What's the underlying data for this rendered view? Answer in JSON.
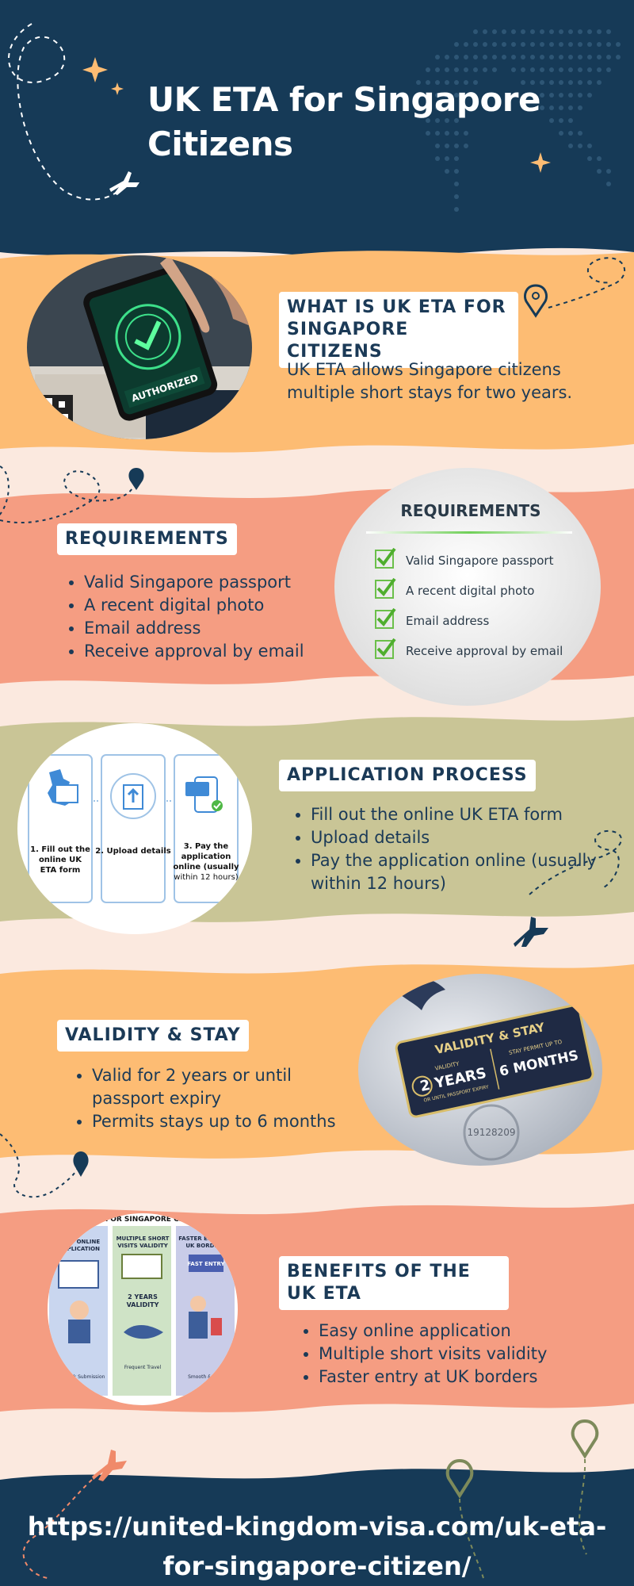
{
  "title": "UK ETA for Singapore Citizens",
  "colors": {
    "navy": "#163a57",
    "peach": "#fdbc73",
    "salmon": "#f59d82",
    "olive": "#c9c596",
    "cream": "#fbe9df"
  },
  "sections": [
    {
      "heading": "WHAT IS UK ETA FOR SINGAPORE CITIZENS",
      "text": "UK ETA allows Singapore citizens multiple short stays for two years.",
      "image_label": "AUTHORIZED"
    },
    {
      "heading": "REQUIREMENTS",
      "items": [
        "Valid Singapore passport",
        "A recent digital photo",
        "Email address",
        "Receive approval by email"
      ],
      "card_title": "REQUIREMENTS",
      "card_items": [
        "Valid Singapore passport",
        "A recent digital photo",
        "Email address",
        "Receive approval by email"
      ]
    },
    {
      "heading": "APPLICATION PROCESS",
      "items": [
        "Fill out the online UK ETA form",
        "Upload details",
        "Pay the application online (usually within 12 hours)"
      ],
      "steps": [
        "1. Fill out the online UK ETA form",
        "2. Upload details",
        "3. Pay the application online (usually within 12 hours)"
      ]
    },
    {
      "heading": "VALIDITY & STAY",
      "items": [
        "Valid for 2 years or until passport expiry",
        "Permits stays up to 6 months"
      ],
      "stamp": {
        "title": "VALIDITY & STAY",
        "left_label": "VALIDITY",
        "left_value": "2 YEARS",
        "left_sub": "OR UNTIL PASSPORT EXPIRY",
        "right_label": "STAY PERMIT UP TO",
        "right_value": "6 MONTHS",
        "postmark": "19128209"
      }
    },
    {
      "heading": "BENEFITS OF THE UK ETA",
      "items": [
        "Easy online application",
        "Multiple short visits validity",
        "Faster entry at UK borders"
      ],
      "panel_title": "K ETA FOR SINGAPORE CITIZEN",
      "panels": [
        {
          "title": "EASY ONLINE APPLICATION",
          "caption": "One-Click Submission"
        },
        {
          "title": "MULTIPLE SHORT VISITS VALIDITY",
          "value": "2 YEARS VALIDITY",
          "caption": "Frequent Travel"
        },
        {
          "title": "FASTER ENTRY AT UK BORDERS",
          "badge": "FAST ENTRY",
          "caption": "Smooth & Easy"
        }
      ]
    }
  ],
  "footer_url": "https://united-kingdom-visa.com/uk-eta-for-singapore-citizen/"
}
